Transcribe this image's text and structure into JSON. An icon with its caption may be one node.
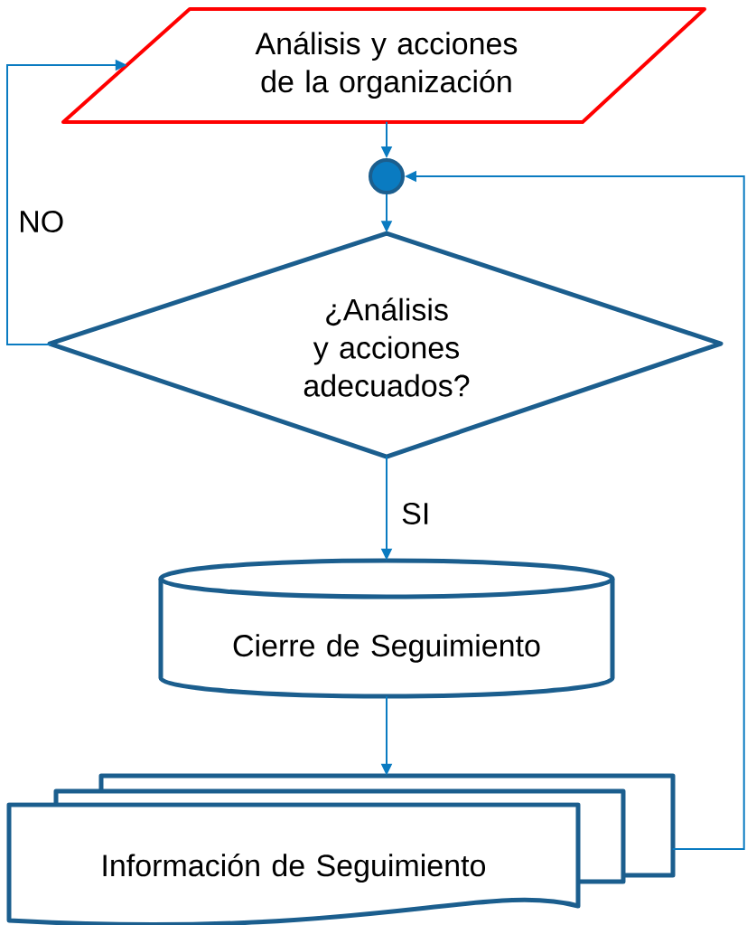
{
  "diagram": {
    "nodes": [
      {
        "text": [
          "Análisis y acciones de la organización"
        ]
      },
      {
        "text": [],
        "shape": "circle"
      },
      {
        "text": [
          "¿Análisis y acciones adecuados?"
        ]
      },
      {
        "text": [
          "Cierre de Seguimiento"
        ]
      },
      {
        "text": [
          "Información de Seguimiento"
        ]
      }
    ],
    "edges": [
      {
        "from": 0,
        "to": 1,
        "arrow": "to"
      },
      {
        "from": 1,
        "to": 2,
        "arrow": "to"
      },
      {
        "from": 2,
        "to": 3,
        "arrow": "to",
        "label": "SI"
      },
      {
        "from": 3,
        "to": 4,
        "arrow": "to"
      },
      {
        "from": 4,
        "to": 1,
        "arrow": "to"
      },
      {
        "from": 2,
        "to": 0,
        "arrow": "to",
        "label": "NO"
      }
    ]
  }
}
